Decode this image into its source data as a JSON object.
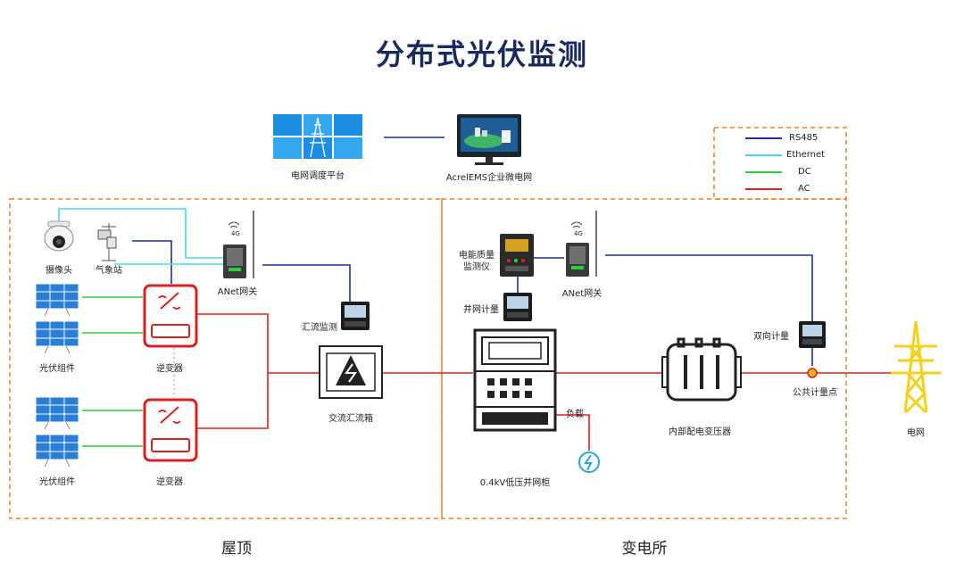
{
  "title": "分布式光伏监测",
  "legend": [
    {
      "label": "RS485",
      "color": "#1f2f9c"
    },
    {
      "label": "Ethernet",
      "color": "#4ad8e8"
    },
    {
      "label": "DC",
      "color": "#2ecc40"
    },
    {
      "label": "AC",
      "color": "#e02020"
    }
  ],
  "labels": {
    "grid_dispatch": "电网调度平台",
    "acrel_ems": "AcrelEMS企业微电网",
    "camera": "摄像头",
    "weather_station": "气象站",
    "anet_gateway_left": "ANet网关",
    "anet_gateway_right": "ANet网关",
    "pv_module_top": "光伏组件",
    "pv_module_bottom": "光伏组件",
    "inverter_top": "逆变器",
    "inverter_bottom": "逆变器",
    "combiner_monitor": "汇流监测",
    "ac_combiner_box": "交流汇流箱",
    "power_quality_monitor_l1": "电能质量",
    "power_quality_monitor_l2": "监测仪",
    "grid_metering": "并网计量",
    "load": "负载",
    "low_voltage_cabinet": "0.4kV低压并网柜",
    "internal_transformer": "内部配电变压器",
    "bidirectional_meter": "双向计量",
    "public_metering_point": "公共计量点",
    "grid": "电网",
    "signal_4g_left": "4G",
    "signal_4g_right": "4G"
  },
  "regions": {
    "rooftop": "屋顶",
    "substation": "变电所"
  },
  "colors": {
    "title": "#1a2a5c",
    "device_red": "#d92020",
    "frame_orange": "#e8822a",
    "solar_blue": "#2a7fd4",
    "tower_yellow": "#f2d21c",
    "meter_dark": "#1c1c1c"
  }
}
